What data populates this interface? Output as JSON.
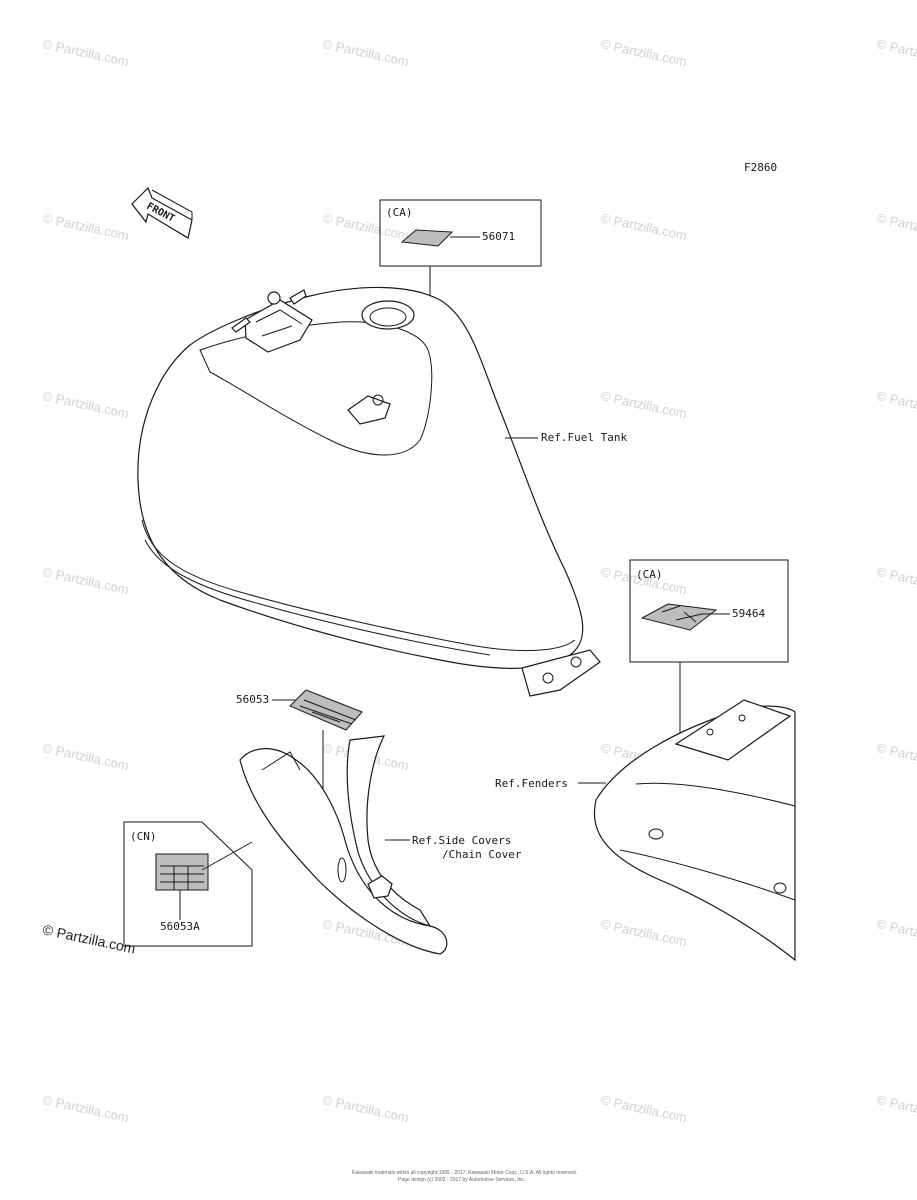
{
  "diagram": {
    "code": "F2860",
    "front_label": "FRONT",
    "watermark": "© Partzilla.com",
    "footer_line1": "Kawasaki materials within all copyright 1995 - 2017, Kawasaki Motor Corp., U.S.A. All rights reserved.",
    "footer_line2": "Page design (c) 2002 - 2017 by Automotive Services, Inc.",
    "boxes": [
      {
        "region": "(CA)",
        "part": "56071"
      },
      {
        "region": "(CA)",
        "part": "59464"
      },
      {
        "region": "(CN)",
        "part": "56053A"
      }
    ],
    "labels": {
      "part_56053": "56053",
      "ref_fuel_tank": "Ref.Fuel Tank",
      "ref_fenders": "Ref.Fenders",
      "ref_side_covers_1": "Ref.Side Covers",
      "ref_side_covers_2": "/Chain Cover"
    }
  },
  "colors": {
    "line": "#1a1a1a",
    "watermark": "#d2d2d2",
    "decal": "#bdbdbd"
  }
}
